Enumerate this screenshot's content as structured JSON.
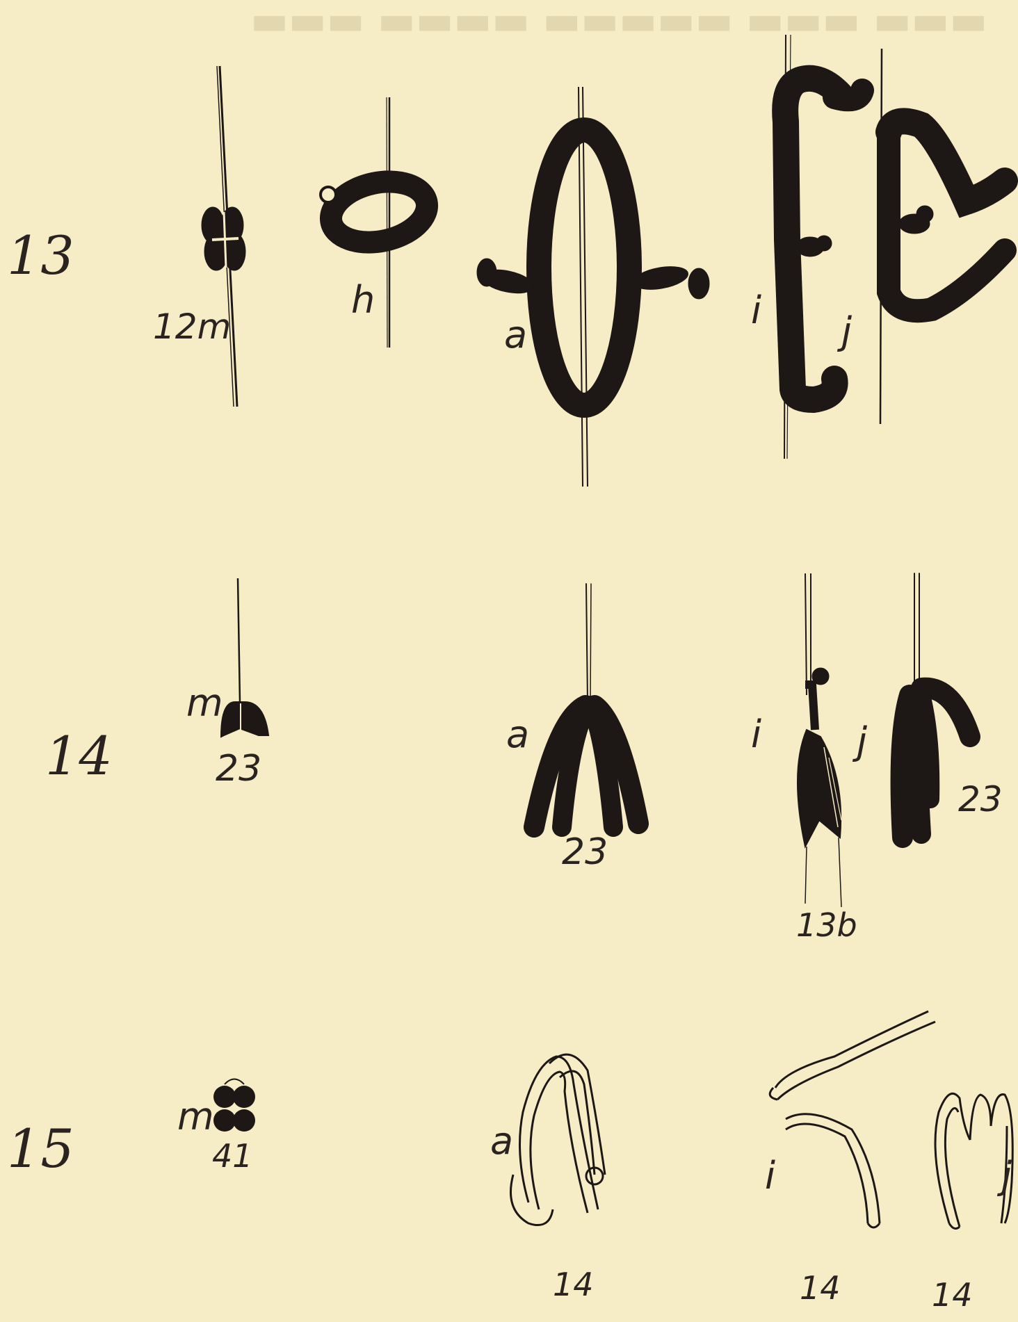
{
  "rows": [
    {
      "number": "13",
      "figures": [
        {
          "key": "m",
          "labels": [
            "12m"
          ]
        },
        {
          "key": "h",
          "labels": [
            "h"
          ]
        },
        {
          "key": "a",
          "labels": [
            "a"
          ]
        },
        {
          "key": "i",
          "labels": [
            "i"
          ]
        },
        {
          "key": "j",
          "labels": [
            "j"
          ]
        }
      ]
    },
    {
      "number": "14",
      "figures": [
        {
          "key": "m",
          "labels": [
            "m",
            "23"
          ]
        },
        {
          "key": "a",
          "labels": [
            "a",
            "23"
          ]
        },
        {
          "key": "i",
          "labels": [
            "i",
            "13b"
          ]
        },
        {
          "key": "j",
          "labels": [
            "j",
            "23"
          ]
        }
      ]
    },
    {
      "number": "15",
      "figures": [
        {
          "key": "m",
          "labels": [
            "m",
            "41"
          ]
        },
        {
          "key": "a",
          "labels": [
            "a",
            "14"
          ]
        },
        {
          "key": "i",
          "labels": [
            "i",
            "14"
          ]
        },
        {
          "key": "j",
          "labels": [
            "j",
            "14"
          ]
        }
      ]
    }
  ],
  "colors": {
    "paper": "#f6ecc6",
    "ink": "#1d1715",
    "faded_text": "#d4c79f"
  }
}
